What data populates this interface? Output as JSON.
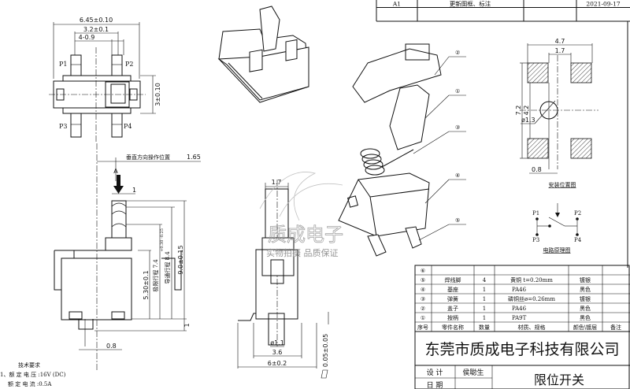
{
  "revision_table": {
    "rows": [
      {
        "version": "A1",
        "description": "更新图框、标注",
        "signer": "",
        "date": "2021-09-17"
      },
      {
        "version": "",
        "description": "",
        "signer": "",
        "date": ""
      }
    ]
  },
  "top_view": {
    "dim_width": "6.45±0.10",
    "dim_pin_pitch": "3.2±0.1",
    "dim_pin_width": "4-0.9",
    "dim_height": "3±0.10",
    "pins": [
      "P1",
      "P2",
      "P3",
      "P4"
    ]
  },
  "side_view": {
    "operate_position_label": "垂直方向操作位置",
    "operate_position_value": "1.65",
    "arrow_label": "A",
    "dim_actuator": "1",
    "dim_body": "5.30±0.1",
    "dim_limit_travel": "极限行程 7.4",
    "dim_conduct_travel": "导通行程 8.4",
    "dim_conduct_tol": "+0.30 -0.25",
    "dim_total": "9.0±0.15",
    "dim_bottom": "1",
    "dim_pin_offset": "0.8"
  },
  "tech_requirements": {
    "heading": "技术要求",
    "lines": [
      "1、额 定 电 压 :16V (DC)",
      "额 定 电 流 :0.5A"
    ]
  },
  "front_view": {
    "dim_actuator_width": "1.7",
    "dim_hole": "ø1.1",
    "dim_inner": "3.6",
    "dim_outer": "6±0.2",
    "dim_flatness": "0.05±0.05"
  },
  "watermark": {
    "line1": "质成电子",
    "line2": "实物拍摄 品质保证"
  },
  "callouts": [
    "②",
    "①",
    "③",
    "④",
    "⑤"
  ],
  "pcb_layout": {
    "dim_outer": "4.7",
    "dim_inner": "1.7",
    "dim_height": "7.2",
    "dim_inner_height": "4.2",
    "dim_hole": "ø1.3",
    "dim_offset": "0.8",
    "caption": "安装位置图"
  },
  "circuit": {
    "pins": [
      "P1",
      "P2",
      "P3",
      "P4"
    ],
    "caption": "电路原理图"
  },
  "parts_table": {
    "rows": [
      {
        "no": "⑥",
        "name": "",
        "qty": "",
        "material": "",
        "finish": "",
        "note": ""
      },
      {
        "no": "⑤",
        "name": "焊线脚",
        "qty": "4",
        "material": "黄铜 t=0.20mm",
        "finish": "镀银",
        "note": ""
      },
      {
        "no": "④",
        "name": "基座",
        "qty": "1",
        "material": "PA46",
        "finish": "黑色",
        "note": ""
      },
      {
        "no": "③",
        "name": "弹簧",
        "qty": "1",
        "material": "磷铜丝ø=0.26mm",
        "finish": "镀银",
        "note": ""
      },
      {
        "no": "②",
        "name": "盖子",
        "qty": "1",
        "material": "PA46",
        "finish": "黑色",
        "note": ""
      },
      {
        "no": "①",
        "name": "按柄",
        "qty": "1",
        "material": "PA9T",
        "finish": "黑色",
        "note": ""
      }
    ],
    "header": {
      "no": "序号",
      "name": "零件名称",
      "qty": "数量",
      "material": "材质、规格",
      "finish": "颜色\\镀层",
      "note": "备注"
    }
  },
  "title_block": {
    "company": "东莞市质成电子科技有限公司",
    "design_label": "设 计",
    "designer": "侯聪生",
    "date_label": "日 期",
    "date_value": "",
    "part_name": "限位开关"
  }
}
